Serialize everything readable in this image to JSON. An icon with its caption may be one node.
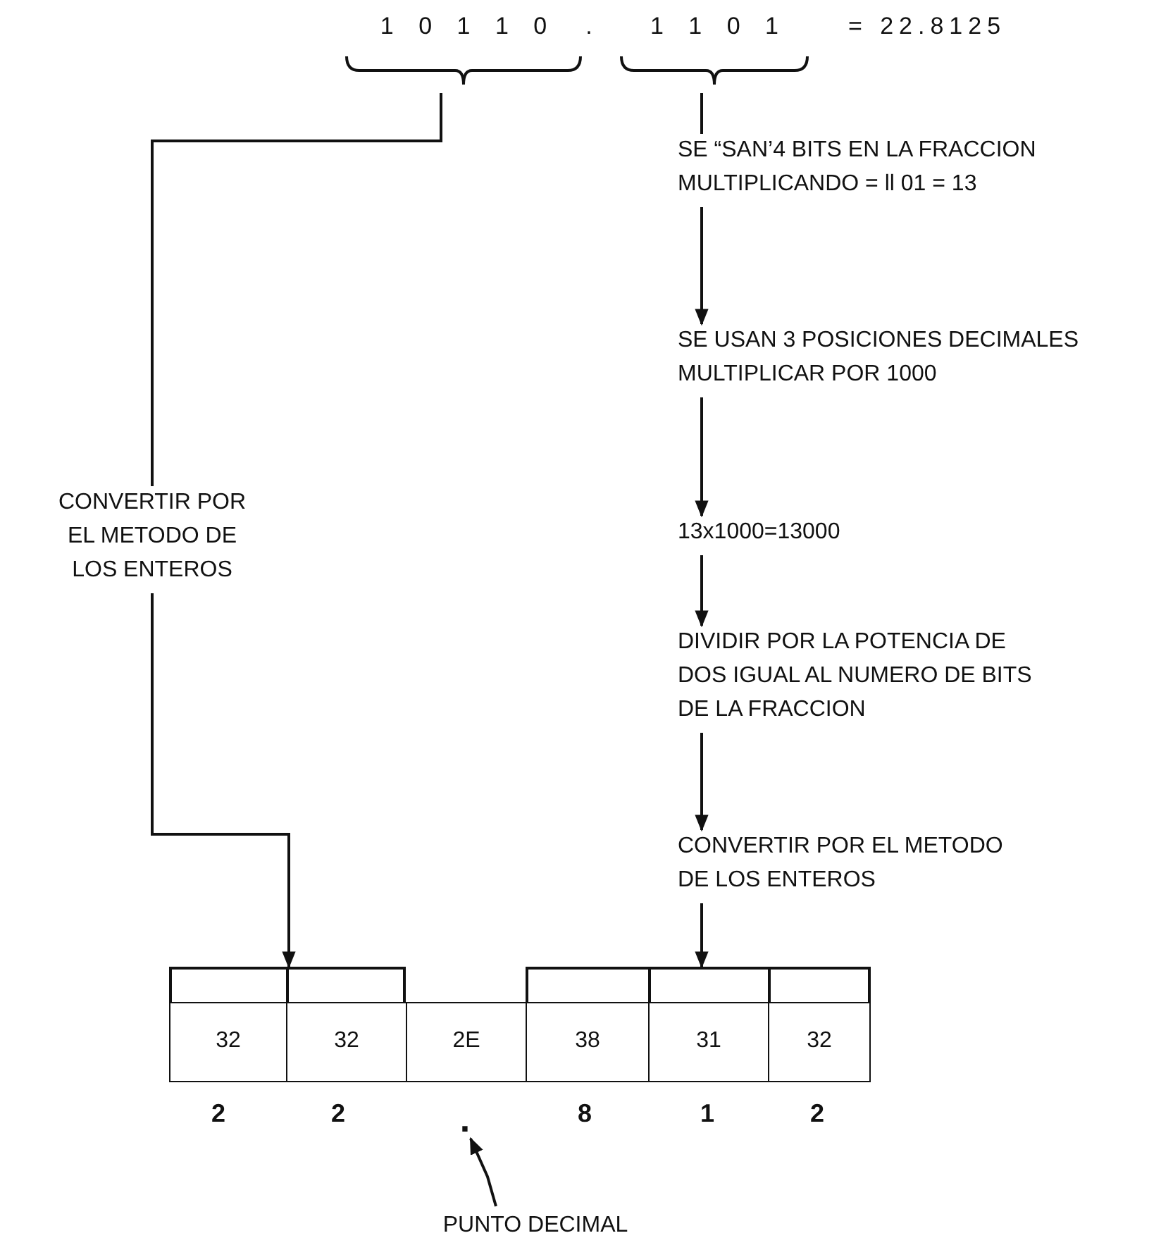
{
  "diagram": {
    "nodes": [
      {
        "text": [
          "1 0 1 1 0"
        ]
      },
      {
        "text": [
          "1 1 0 1"
        ]
      },
      {
        "text": [
          "SE “SAN’4 BITS EN LA FRACCION MULTIPLICANDO = ll 01 = 13"
        ]
      },
      {
        "text": [
          "SE USAN 3 POSICIONES DECIMALES MULTIPLICAR POR 1000"
        ]
      },
      {
        "text": [
          "13x1000=13000"
        ]
      },
      {
        "text": [
          "CONVERTIR POR EL METODO DE LOS ENTEROS"
        ]
      },
      {
        "text": [
          "DIVIDIR POR LA POTENCIA DE DOS IGUAL AL NUMERO DE BITS DE LA FRACCION"
        ]
      },
      {
        "text": [
          "CONVERTIR POR EL METODO DE LOS ENTEROS"
        ]
      },
      {
        "text": [],
        "shape": "bar"
      },
      {
        "text": [],
        "shape": "bar"
      },
      {
        "text": [
          "32"
        ]
      },
      {
        "text": [
          "32"
        ]
      },
      {
        "text": [
          "2E"
        ]
      },
      {
        "text": [
          "38"
        ]
      },
      {
        "text": [
          "31"
        ]
      },
      {
        "text": [
          "32"
        ]
      },
      {
        "text": [
          "."
        ]
      },
      {
        "text": [
          "PUNTO DECIMAL"
        ]
      }
    ],
    "edges": [
      {
        "from": 0,
        "to": 5,
        "arrow": "none"
      },
      {
        "from": 5,
        "to": 8,
        "arrow": "to"
      },
      {
        "from": 1,
        "to": 2,
        "arrow": "none"
      },
      {
        "from": 2,
        "to": 3,
        "arrow": "to"
      },
      {
        "from": 3,
        "to": 4,
        "arrow": "to"
      },
      {
        "from": 4,
        "to": 6,
        "arrow": "to"
      },
      {
        "from": 6,
        "to": 7,
        "arrow": "to"
      },
      {
        "from": 7,
        "to": 9,
        "arrow": "to"
      },
      {
        "from": 17,
        "to": 16,
        "arrow": "to"
      }
    ],
    "labels": [
      ".",
      "= 22.8125",
      "2",
      "2",
      "8",
      "1",
      "2"
    ]
  }
}
